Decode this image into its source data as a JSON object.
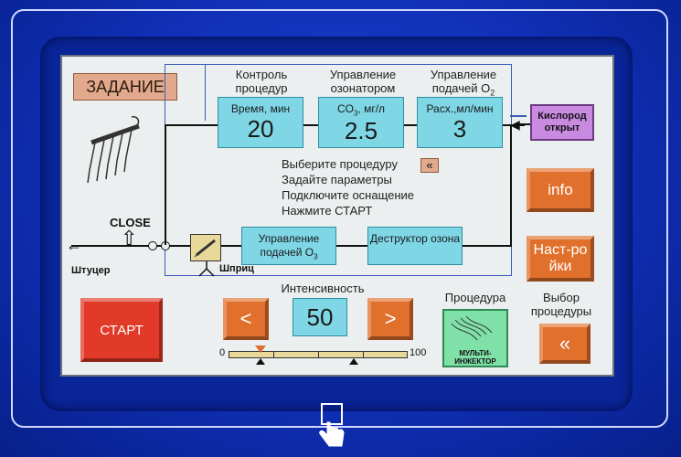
{
  "task_label": "ЗАДАНИЕ",
  "columns": {
    "procedure_control": "Контроль процедур",
    "ozonator_control": "Управление озонатором",
    "o2_feed_control": "Управление подачей O",
    "o2_sub": "2"
  },
  "params": {
    "time_label": "Время, мин",
    "time_value": "20",
    "co3_label_main": "CO",
    "co3_label_sub": "3",
    "co3_label_unit": ", мг/л",
    "co3_value": "2.5",
    "flow_label": "Расх.,мл/мин",
    "flow_value": "3"
  },
  "oxygen_button": "Кислород открыт",
  "instructions": [
    "Выберите процедуру",
    "Задайте параметры",
    "Подключите оснащение",
    "Нажмите СТАРТ"
  ],
  "instructions_back": "«",
  "info_button": "info",
  "settings_button": "Наст-ройки",
  "close_label": "CLOSE",
  "fitting_label": "Штуцер",
  "syringe_label": "Шприц",
  "o3_feed_box_main": "Управление подачей O",
  "o3_feed_box_sub": "3",
  "destructor_box": "Деструктор озона",
  "intensity_label": "Интенсивность",
  "intensity_value": "50",
  "dec_button": "<",
  "inc_button": ">",
  "scale_min": "0",
  "scale_max": "100",
  "start_button": "СТАРТ",
  "procedure_label": "Процедура",
  "procedure_icon_text": "МУЛЬТИ-ИНЖЕКТОР",
  "select_procedure_label": "Выбор процедуры",
  "select_procedure_button": "«",
  "slider": {
    "current": 18,
    "marker": 70,
    "max": 100
  }
}
